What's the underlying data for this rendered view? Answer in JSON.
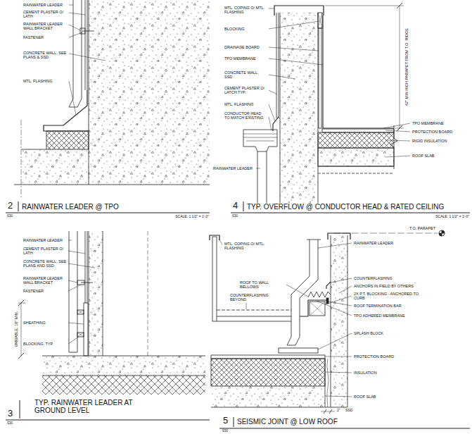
{
  "diagram": {
    "labels": [
      "RAINWATER LEADER",
      "CEMENT PLASTER O/ LATH",
      "RAINWATER LEADER WALL BRACKET",
      "FASTENER",
      "CONCRETE WALL, SEE PLANS & SSD.",
      "MTL. FLASHING",
      "2",
      "RAINWATER LEADER @ TPO",
      "S30",
      "SCALE: 1 1/2\" = 1'-0\"",
      "MTL. COPING O/ MTL. FLASHING",
      "BLOCKING",
      "DRAINAGE BOARD",
      "TPO MEMBRANE",
      "CONCRETE WALL, SSD.",
      "CEMENT PLASTER O/ LATCH TYP.",
      "MTL. FLASHING",
      "CONDUCTOR HEAD TO MATCH EXISTING",
      "RAINWATER LEADER",
      "TPO MEMBRANE",
      "PROTECTION BOARD",
      "RIGID INSULATION",
      "ROOF SLAB",
      "42\" MIN HIGH PARAPET FROM T.O. RIDGE",
      "4",
      "TYP. OVERFLOW @ CONDUCTOR HEAD & RATED CEILING",
      "S30",
      "SCALE: 1 1/2\" = 1'-0\"",
      "RAINWATER LEADER",
      "CEMENT PLASTER O/ LATH",
      "CONCRETE WALL, SEE PLANS AND SSD.",
      "RAINWATER LEADER WALL BRACKET",
      "FASTENER",
      "SHEATHING",
      "BLOCKING, TYP.",
      "VARIABLE, 16\" MIN.",
      "TYP. RAINWATER LEADER AT GROUND LEVEL",
      "3",
      "S30",
      "T.O. PARAPET",
      "MTL. COPING O/ MTL. FLASHING",
      "RAINWATER LEADER",
      "ROOF TO WALL BELLOWS",
      "COUNTERFLASHING BEYOND",
      "COUNTERFLASHING",
      "ANCHORS IN FIELD BY OTHERS",
      "2X P.T. BLOCKING - ANCHORED TO CURB",
      "ROOF TERMINATION BAR",
      "TPO ADHERED MEMBRANE",
      "SPLASH BLOCK",
      "PROTECTION BOARD",
      "INSULATION",
      "ROOF SLAB",
      "2\"",
      "SSD",
      "5",
      "SEISMIC JOINT @ LOW ROOF",
      "S30"
    ]
  }
}
